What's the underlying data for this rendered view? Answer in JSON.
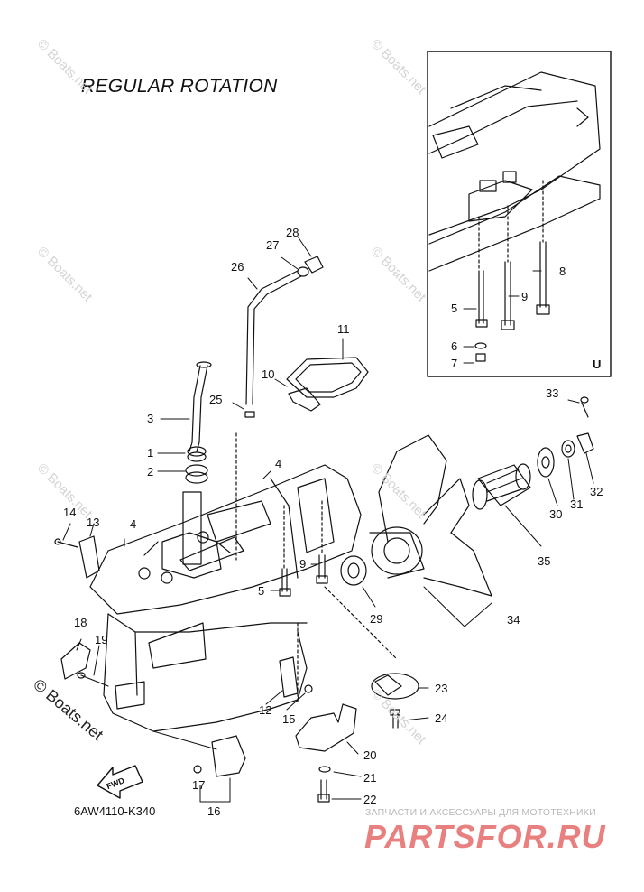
{
  "title": "REGULAR ROTATION",
  "diagram_code": "6AW4110-K340",
  "watermark": {
    "text": "© Boats.net",
    "strong_text": "© Boats.net"
  },
  "shop": {
    "tagline": "ЗАПЧАСТИ И АКСЕССУАРЫ ДЛЯ МОТОТЕХНИКИ",
    "logo": "PARTSFOR.RU"
  },
  "inset_label": "U",
  "fwd_label": "FWD",
  "callouts": [
    "1",
    "2",
    "3",
    "4",
    "4",
    "5",
    "5",
    "6",
    "7",
    "8",
    "9",
    "9",
    "10",
    "11",
    "12",
    "13",
    "14",
    "15",
    "16",
    "17",
    "18",
    "19",
    "20",
    "21",
    "22",
    "23",
    "24",
    "25",
    "26",
    "27",
    "28",
    "29",
    "30",
    "31",
    "32",
    "33",
    "34",
    "35"
  ],
  "colors": {
    "line": "#111111",
    "watermark": "#d4d4d4",
    "logo": "#e98080"
  }
}
